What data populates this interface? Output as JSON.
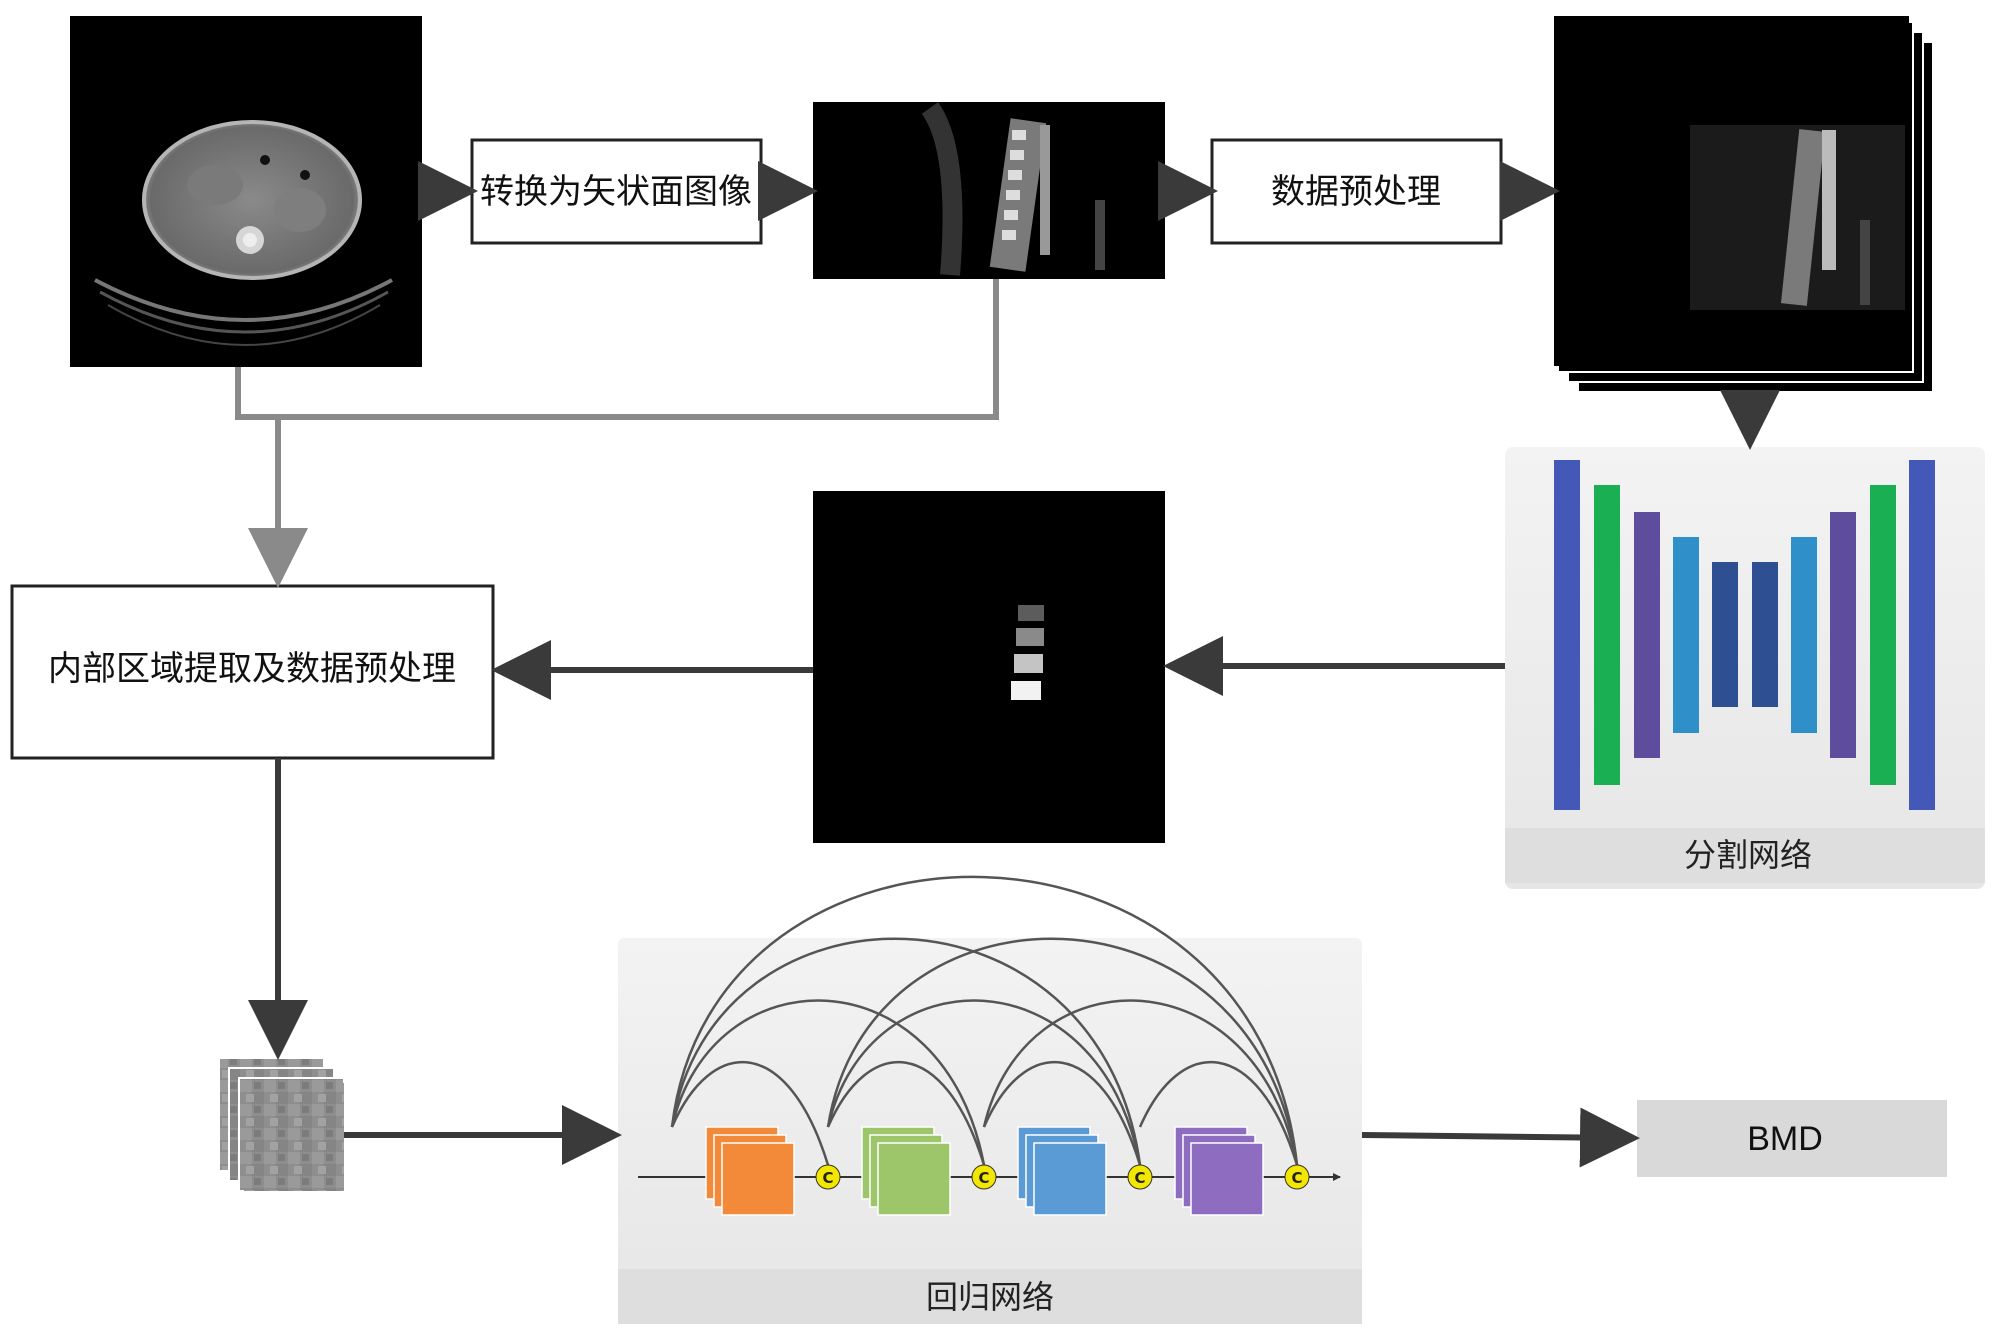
{
  "boxes": {
    "convert_sagittal": "转换为矢状面图像",
    "preprocess": "数据预处理",
    "roi_extract": "内部区域提取及数据预处理"
  },
  "panels": {
    "segmentation_network": "分割网络",
    "regression_network": "回归网络"
  },
  "output": {
    "label": "BMD"
  },
  "regression_blocks": {
    "concat_symbol": "C",
    "colors": [
      "#F28A3A",
      "#9DC56A",
      "#5B9BD5",
      "#8E6CC0"
    ]
  },
  "unet_bar_colors": [
    "#4358B7",
    "#1BAF54",
    "#5E4C9C",
    "#2E8FC9",
    "#2E4F91",
    "#2E4F91",
    "#2E8FC9",
    "#5E4C9C",
    "#1BAF54",
    "#4358B7"
  ]
}
